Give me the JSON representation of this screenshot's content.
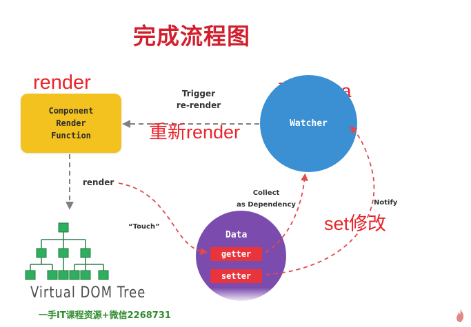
{
  "title": "完成流程图",
  "annotations": {
    "render": "render",
    "observe": "观察data",
    "rerender": "重新render",
    "set_modify": "set修改"
  },
  "nodes": {
    "component": [
      "Component",
      "Render",
      "Function"
    ],
    "watcher": "Watcher",
    "data": "Data",
    "getter": "getter",
    "setter": "setter",
    "vdom_caption": "Virtual DOM Tree"
  },
  "edges": {
    "trigger": [
      "Trigger",
      "re-render"
    ],
    "render": "render",
    "touch": "“Touch”",
    "collect": [
      "Collect",
      "as Dependency"
    ],
    "notify": "Notify"
  },
  "watermark": "一手IT课程资源+微信2268731",
  "colors": {
    "title": "#d21f2d",
    "annotation": "#e8252b",
    "component": "#f3c21e",
    "watcher": "#3b8fd3",
    "data": "#7b4cae",
    "pill": "#e8343b",
    "tree": "#2fae5e",
    "dashed_red": "#e04a4a",
    "dashed_gray": "#7f7f7f"
  }
}
